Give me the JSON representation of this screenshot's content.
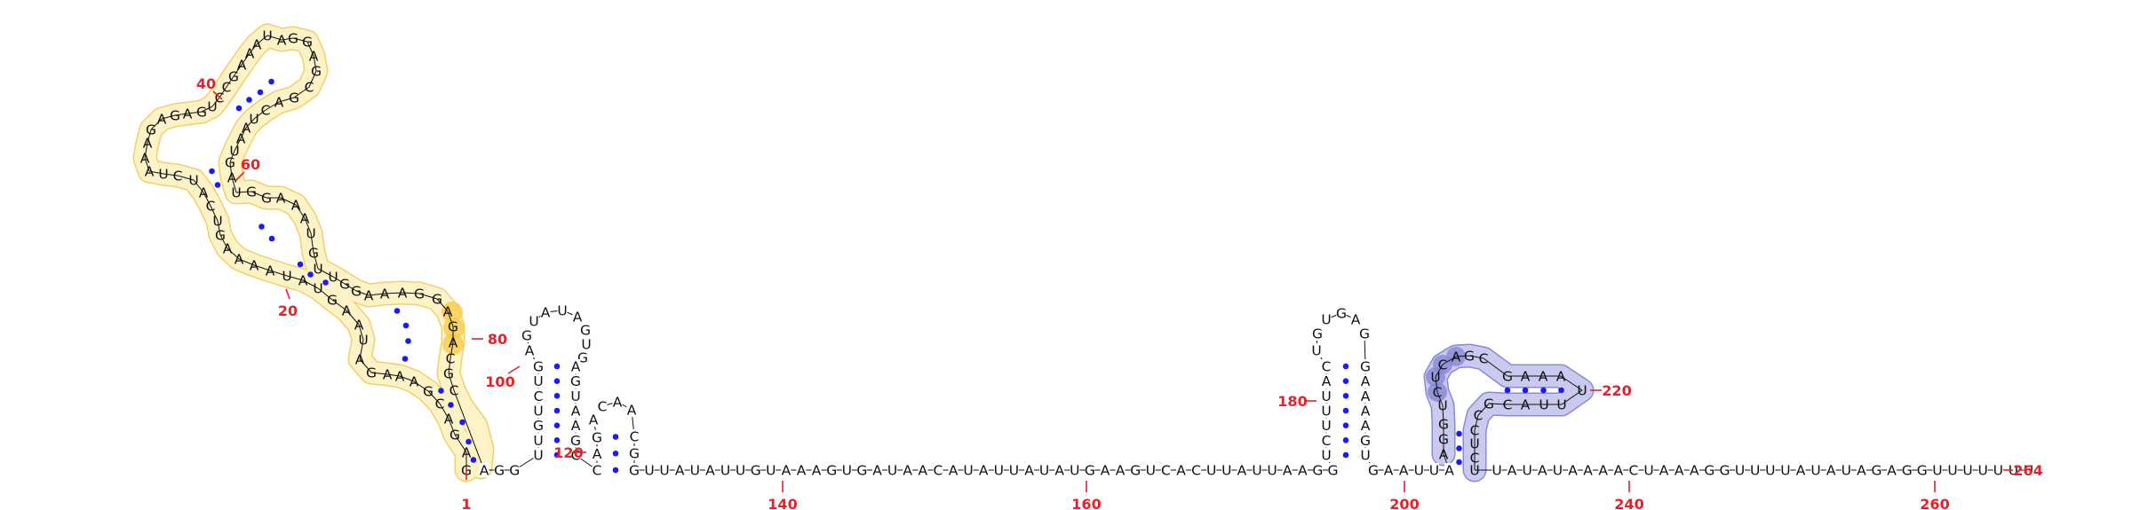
{
  "diagram": {
    "numbers": [
      {
        "id": "n1",
        "text": "1"
      },
      {
        "id": "n20",
        "text": "20"
      },
      {
        "id": "n40",
        "text": "40"
      },
      {
        "id": "n60",
        "text": "60"
      },
      {
        "id": "n80",
        "text": "80"
      },
      {
        "id": "n100",
        "text": "100"
      },
      {
        "id": "n120",
        "text": "120"
      },
      {
        "id": "n140",
        "text": "140"
      },
      {
        "id": "n160",
        "text": "160"
      },
      {
        "id": "n180",
        "text": "180"
      },
      {
        "id": "n200",
        "text": "200"
      },
      {
        "id": "n220",
        "text": "220"
      },
      {
        "id": "n240",
        "text": "240"
      },
      {
        "id": "n260",
        "text": "260"
      },
      {
        "id": "n264",
        "text": "264"
      }
    ],
    "segments": {
      "left_domain": "GAGACGAAAGAUAAGUAUAAAAGUCAUCUAAAGAGAGUCCGAAAUAGGAGCGACUAAUGAUGGAAAUGUUGGAAAGGAGACGC",
      "tail_after_left": "AGG",
      "hp100_stem5": "UUGUCUG",
      "hp100_loop": "AGUAUAGUG",
      "hp100_stem3": "AGUAAGC",
      "hp120_stem5": "CAG",
      "hp120_loop": "ACAA",
      "hp120_stem3": "CGG",
      "long_linker": "UUAUAUUGUAAAGUGAUAACAUAUUAUAUGAAGUCACUUAUUAAGG",
      "hp180_stem5": "UCUUUAC",
      "hp180_loop": "UGUGAG",
      "hp180_stem3": "GAAAAGU",
      "linker_200": "GAAUUA",
      "hp220_5": "AGGUCUCAGCGAAA",
      "hp220_loop": "U",
      "hp220_3": "UUACGCCUCU",
      "tail_3": "UAUAUAAAACUAAAGGUUUUAUAUAGAGGUUUUUUU"
    },
    "colors": {
      "highlight_yellow_fill": "#fdf3c6",
      "highlight_yellow_stroke": "#f3cf6b",
      "highlight_yellow_dark": "#f7c944",
      "highlight_blue_fill": "#c9caee",
      "highlight_blue_stroke": "#8a8ad8",
      "highlight_blue_dark": "#8788d6",
      "base_pair": "#1a1aff",
      "number": "#e8202a",
      "nucleotide": "#111111"
    }
  }
}
